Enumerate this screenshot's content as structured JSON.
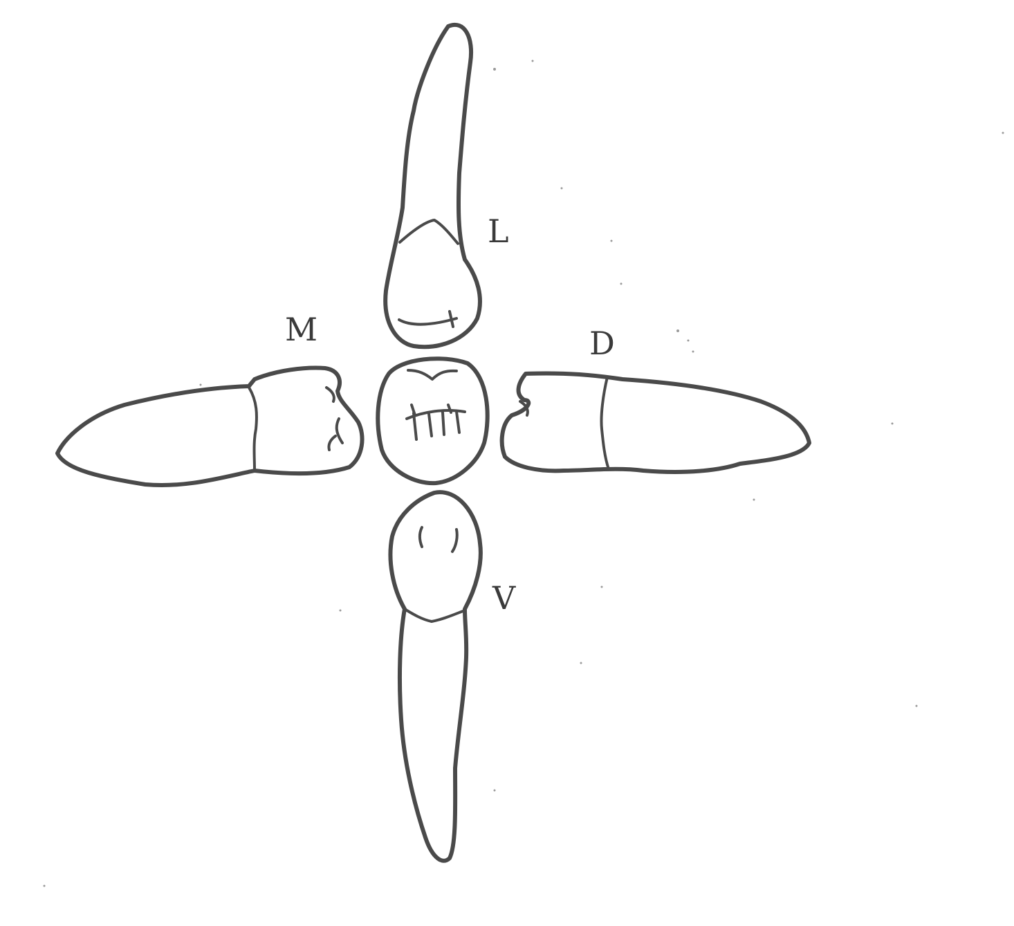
{
  "diagram": {
    "labels": {
      "lingual": "L",
      "mesial": "M",
      "distal": "D",
      "vestibular": "V"
    },
    "colors": {
      "ink": "#4a4a4a",
      "paper": "#ffffff"
    }
  }
}
